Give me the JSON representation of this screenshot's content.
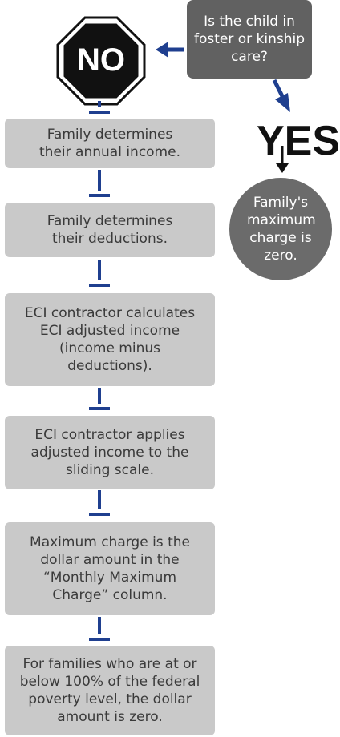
{
  "question": {
    "text": "Is the child in foster or kinship care?"
  },
  "stop_sign": {
    "text": "NO"
  },
  "yes_label": {
    "text": "YES"
  },
  "yes_outcome": {
    "text": "Family's maximum charge is zero."
  },
  "steps": [
    {
      "text": "Family determines their annual income."
    },
    {
      "text": "Family determines their deductions."
    },
    {
      "text": "ECI contractor calculates ECI adjusted income (income minus deductions)."
    },
    {
      "text": "ECI contractor applies adjusted income to the sliding scale."
    },
    {
      "text": "Maximum charge is the dollar amount in the “Monthly Maximum Charge” column."
    },
    {
      "text": "For families who are at or below 100% of the federal poverty level, the dollar amount is zero."
    }
  ],
  "colors": {
    "arrow": "#1f3f8f",
    "step_fill": "#c9c9c9",
    "question_fill": "#616161",
    "circle_fill": "#6b6b6b",
    "stop_fill": "#111111",
    "yes_text": "#111111"
  }
}
